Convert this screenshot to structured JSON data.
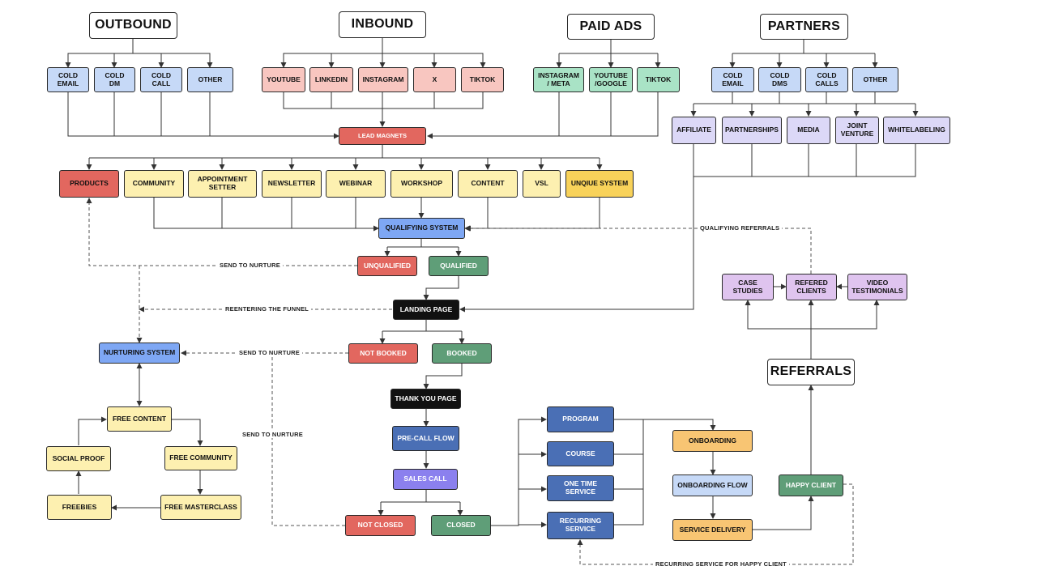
{
  "colors": {
    "blue_light": "#c6d9f7",
    "pink": "#f8c6c0",
    "green_light": "#a9e3c6",
    "lavender": "#dcd8f7",
    "red": "#e2675f",
    "yellow": "#fdf0b0",
    "yellow_strong": "#f8d25a",
    "blue_mid": "#7ea7f4",
    "green": "#5f9e78",
    "black": "#111111",
    "navy": "#4a6fb5",
    "purple": "#8b80ee",
    "orange": "#f8c573",
    "purple_light": "#dfc4ef"
  },
  "nodes": {
    "outbound": "OUTBOUND",
    "inbound": "INBOUND",
    "paid_ads": "PAID ADS",
    "partners": "PARTNERS",
    "cold_email": "COLD\nEMAIL",
    "cold_dm": "COLD\nDM",
    "cold_call": "COLD\nCALL",
    "other_outbound": "OTHER",
    "youtube": "YOUTUBE",
    "linkedin": "LINKEDIN",
    "instagram": "INSTAGRAM",
    "x": "X",
    "tiktok_inbound": "TIKTOK",
    "instagram_meta": "INSTAGRAM\n/ META",
    "youtube_google": "YOUTUBE\n/GOOGLE",
    "tiktok_ads": "TIKTOK",
    "cold_email_partners": "COLD\nEMAIL",
    "cold_dms_partners": "COLD\nDMS",
    "cold_calls_partners": "COLD\nCALLS",
    "other_partners": "OTHER",
    "affiliate": "AFFILIATE",
    "partnerships": "PARTNERSHIPS",
    "media": "MEDIA",
    "joint_venture": "JOINT\nVENTURE",
    "whitelabeling": "WHITELABELING",
    "lead_magnets": "LEAD MAGNETS",
    "products": "PRODUCTS",
    "community": "COMMUNITY",
    "appointment_setter": "APPOINTMENT\nSETTER",
    "newsletter": "NEWSLETTER",
    "webinar": "WEBINAR",
    "workshop": "WORKSHOP",
    "content": "CONTENT",
    "vsl": "VSL",
    "unique_system": "UNQIUE SYSTEM",
    "qualifying_system": "QUALIFYING SYSTEM",
    "unqualified": "UNQUALIFIED",
    "qualified": "QUALIFIED",
    "landing_page": "LANDING PAGE",
    "not_booked": "NOT BOOKED",
    "booked": "BOOKED",
    "thank_you_page": "THANK YOU PAGE",
    "pre_call_flow": "PRE-CALL FLOW",
    "sales_call": "SALES CALL",
    "not_closed": "NOT CLOSED",
    "closed": "CLOSED",
    "program": "PROGRAM",
    "course": "COURSE",
    "one_time_service": "ONE TIME\nSERVICE",
    "recurring_service": "RECURRING\nSERVICE",
    "onboarding": "ONBOARDING",
    "onboarding_flow": "ONBOARDING FLOW",
    "service_delivery": "SERVICE DELIVERY",
    "happy_client": "HAPPY CLIENT",
    "referrals": "REFERRALS",
    "case_studies": "CASE\nSTUDIES",
    "refered_clients": "REFERED\nCLIENTS",
    "video_testimonials": "VIDEO\nTESTIMONIALS",
    "nurturing_system": "NURTURING SYSTEM",
    "free_content": "FREE CONTENT",
    "free_community": "FREE COMMUNITY",
    "free_masterclass": "FREE MASTERCLASS",
    "freebies": "FREEBIES",
    "social_proof": "SOCIAL PROOF"
  },
  "labels": {
    "send_to_nurture_1": "SEND TO NURTURE",
    "reentering_the_funnel": "REENTERING THE FUNNEL",
    "send_to_nurture_2": "SEND TO NURTURE",
    "send_to_nurture_3": "SEND TO NURTURE",
    "qualifying_referrals": "QUALIFYING REFERRALS",
    "recurring_service_for_happy_client": "RECURRING SERVICE FOR HAPPY CLIENT"
  }
}
